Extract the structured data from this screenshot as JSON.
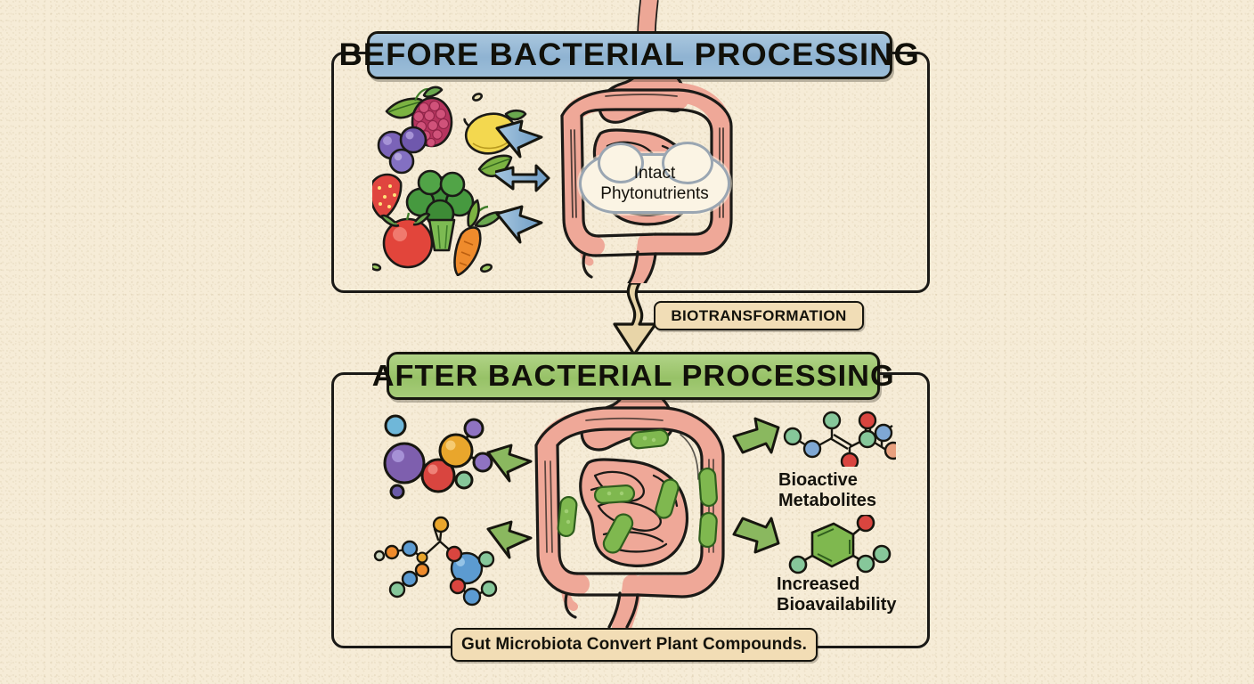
{
  "page": {
    "background_color": "#f6ecd7",
    "ink_color": "#1b1a17"
  },
  "panels": {
    "before": {
      "banner_label": "BEFORE BACTERIAL PROCESSING",
      "banner_color": "#8fb3d2",
      "callout_label": "Intact\nPhytonutrients",
      "arrow_color": "#8fb8d8",
      "arrow_count": 3,
      "inputs": [
        {
          "name": "raspberry",
          "color": "#b5355f"
        },
        {
          "name": "blueberries",
          "color": "#7b63b8"
        },
        {
          "name": "strawberry",
          "color": "#e0453f"
        },
        {
          "name": "lemon",
          "color": "#f2d54e"
        },
        {
          "name": "broccoli",
          "color": "#3f8f3a"
        },
        {
          "name": "tomato",
          "color": "#e2453b"
        },
        {
          "name": "carrot",
          "color": "#ef8b2c"
        },
        {
          "name": "leaf",
          "color": "#6aa84f"
        }
      ],
      "organ": "digestive-tract",
      "organ_color": "#efa898"
    },
    "connector": {
      "label": "BIOTRANSFORMATION",
      "chip_color": "#f1ddb6",
      "arrow_color": "#e6d3a6"
    },
    "after": {
      "banner_label": "AFTER BACTERIAL PROCESSING",
      "banner_color": "#97c267",
      "arrow_color": "#8ab85f",
      "arrow_count": 4,
      "bacteria_color": "#7fb84f",
      "bacteria_count": 8,
      "organ": "digestive-tract",
      "organ_color": "#efa898",
      "inputs": [
        {
          "name": "molecule-cluster-large",
          "colors": [
            "#7e5fae",
            "#e9a62c",
            "#d9453f",
            "#6fb7d9",
            "#86c79a",
            "#8f73c2"
          ]
        },
        {
          "name": "molecule-cluster-small",
          "colors": [
            "#e9a62c",
            "#5c9bd1",
            "#86c79a",
            "#d9453f",
            "#ef8b2c"
          ]
        }
      ],
      "outputs": [
        {
          "label": "Bioactive\nMetabolites",
          "molecule": "chain-molecule"
        },
        {
          "label": "Increased\nBioavailability",
          "molecule": "benzene-ring-molecule"
        }
      ]
    }
  },
  "caption": {
    "text": "Gut Microbiota Convert Plant Compounds.",
    "chip_color": "#f2ddb5"
  }
}
